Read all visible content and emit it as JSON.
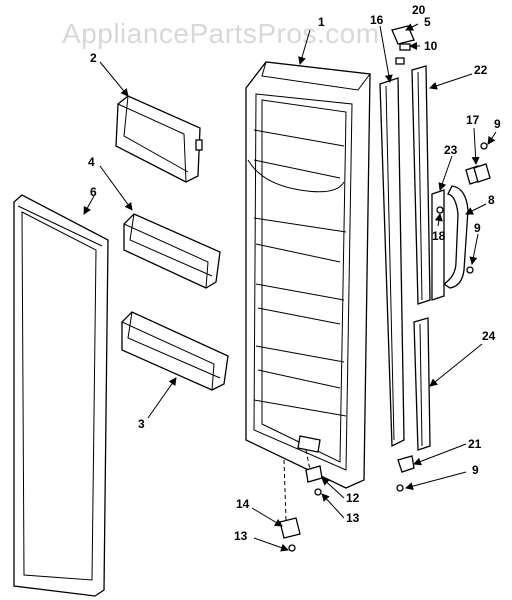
{
  "watermark": "AppliancePartsPros.com",
  "callouts": {
    "c1": "1",
    "c2": "2",
    "c3": "3",
    "c4": "4",
    "c5": "5",
    "c6": "6",
    "c8": "8",
    "c9a": "9",
    "c9b": "9",
    "c9c": "9",
    "c10": "10",
    "c12": "12",
    "c13a": "13",
    "c13b": "13",
    "c14": "14",
    "c16": "16",
    "c17": "17",
    "c18": "18",
    "c20": "20",
    "c21": "21",
    "c22": "22",
    "c23": "23",
    "c24": "24"
  }
}
